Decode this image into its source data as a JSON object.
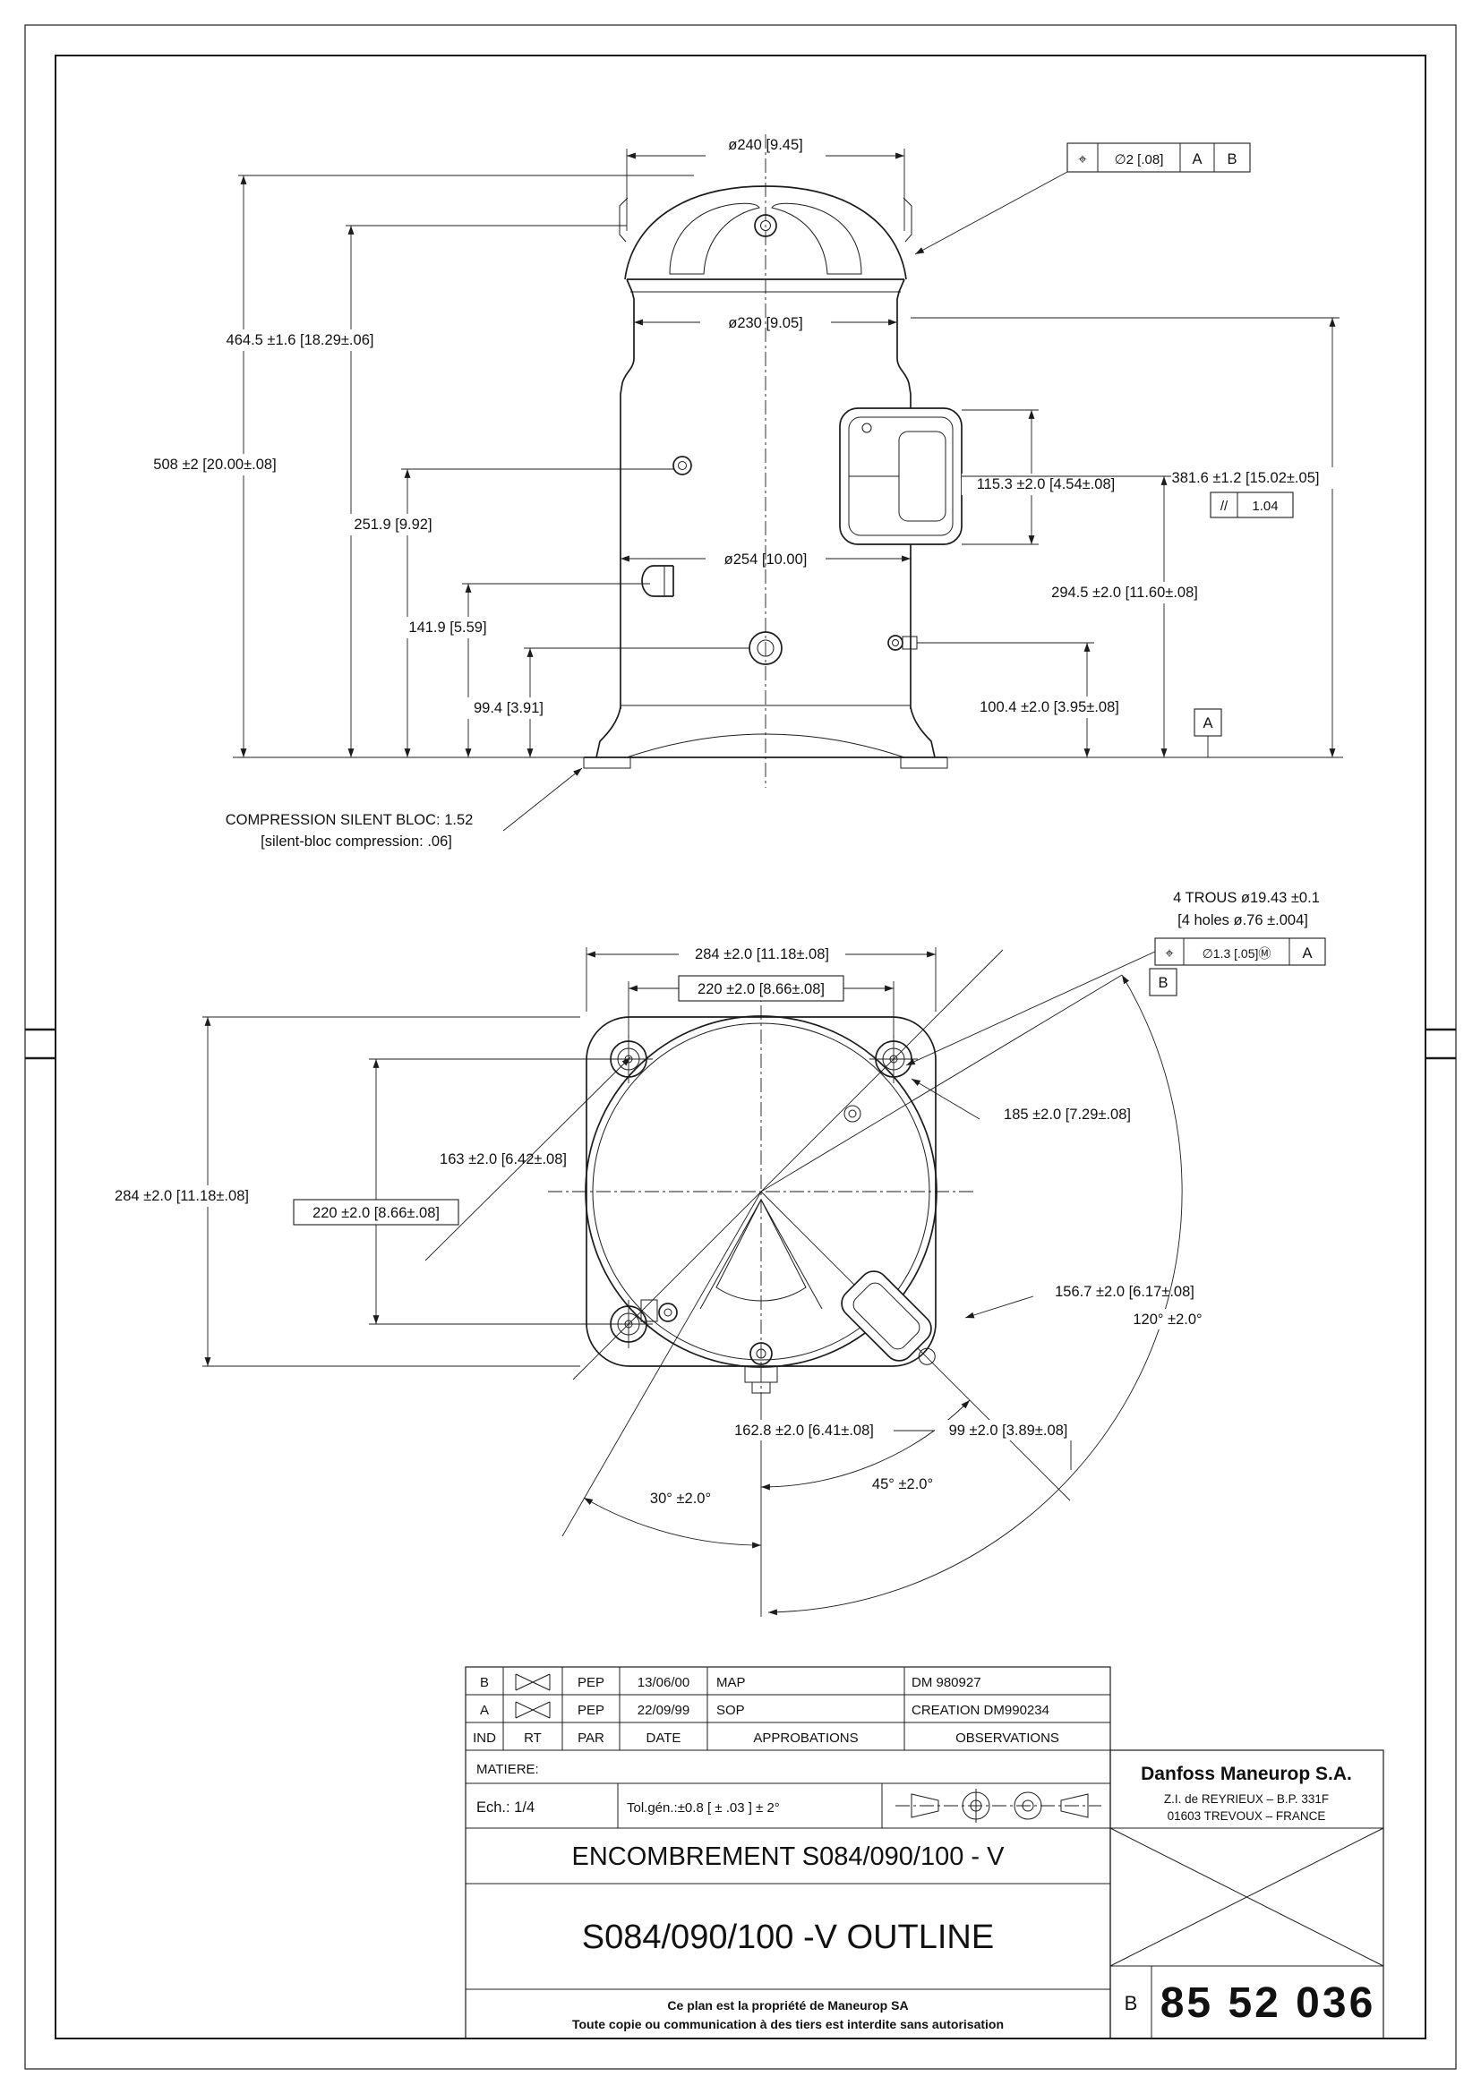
{
  "sheet": {
    "background": "#ffffff",
    "ink": "#1c1c1c"
  },
  "top_view": {
    "dia240": "ø240 [9.45]",
    "dia230": "ø230 [9.05]",
    "dia254": "ø254 [10.00]",
    "h508": "508 ±2  [20.00±.08]",
    "h4645": "464.5 ±1.6  [18.29±.06]",
    "h2519": "251.9 [9.92]",
    "h1419": "141.9 [5.59]",
    "h994": "99.4  [3.91]",
    "w1153": "115.3 ±2.0  [4.54±.08]",
    "h3816": "381.6 ±1.2  [15.02±.05]",
    "h2945": "294.5 ±2.0  [11.60±.08]",
    "h1004": "100.4 ±2.0  [3.95±.08]",
    "par_sym": "//",
    "par_val": "1.04",
    "datum_a": "A",
    "fcf_sym": "⌖",
    "fcf_tol": "∅2 [.08]",
    "fcf_a": "A",
    "fcf_b": "B",
    "silent1": "COMPRESSION SILENT BLOC: 1.52",
    "silent2": "[silent-bloc compression:  .06]"
  },
  "bottom_view": {
    "holes1": "4 TROUS ø19.43 ±0.1",
    "holes2": "[4 holes ø.76 ±.004]",
    "fcf_sym": "⌖",
    "fcf_tol": "∅1.3 [.05]Ⓜ",
    "fcf_a": "A",
    "fcf_b": "B",
    "w284": "284 ±2.0  [11.18±.08]",
    "w220": "220 ±2.0  [8.66±.08]",
    "h284": "284 ±2.0  [11.18±.08]",
    "h220": "220 ±2.0  [8.66±.08]",
    "d163": "163 ±2.0  [6.42±.08]",
    "d185": "185 ±2.0  [7.29±.08]",
    "d1567": "156.7 ±2.0  [6.17±.08]",
    "d1628": "162.8 ±2.0  [6.41±.08]",
    "d99": "99 ±2.0  [3.89±.08]",
    "a120": "120° ±2.0°",
    "a45": "45° ±2.0°",
    "a30": "30° ±2.0°"
  },
  "title_block": {
    "headers": {
      "ind": "IND",
      "rt": "RT",
      "par": "PAR",
      "date": "DATE",
      "appro": "APPROBATIONS",
      "obs": "OBSERVATIONS"
    },
    "rev_rows": [
      {
        "ind": "B",
        "par": "PEP",
        "date": "13/06/00",
        "appro": "MAP",
        "obs": "DM 980927"
      },
      {
        "ind": "A",
        "par": "PEP",
        "date": "22/09/99",
        "appro": "SOP",
        "obs": "CREATION DM990234"
      }
    ],
    "matiere": "MATIERE:",
    "scale": "Ech.:  1/4",
    "tol": "Tol.gén.:±0.8   [ ± .03 ]    ± 2°",
    "title_fr": "ENCOMBREMENT S084/090/100 - V",
    "title_en": "S084/090/100 -V   OUTLINE",
    "note1": "Ce plan est la propriété de Maneurop SA",
    "note2": "Toute copie ou communication à des tiers est interdite sans autorisation",
    "company": "Danfoss Maneurop S.A.",
    "addr1": "Z.I. de REYRIEUX – B.P. 331F",
    "addr2": "01603 TREVOUX – FRANCE",
    "rev_letter": "B",
    "doc_number": "85 52 036"
  }
}
